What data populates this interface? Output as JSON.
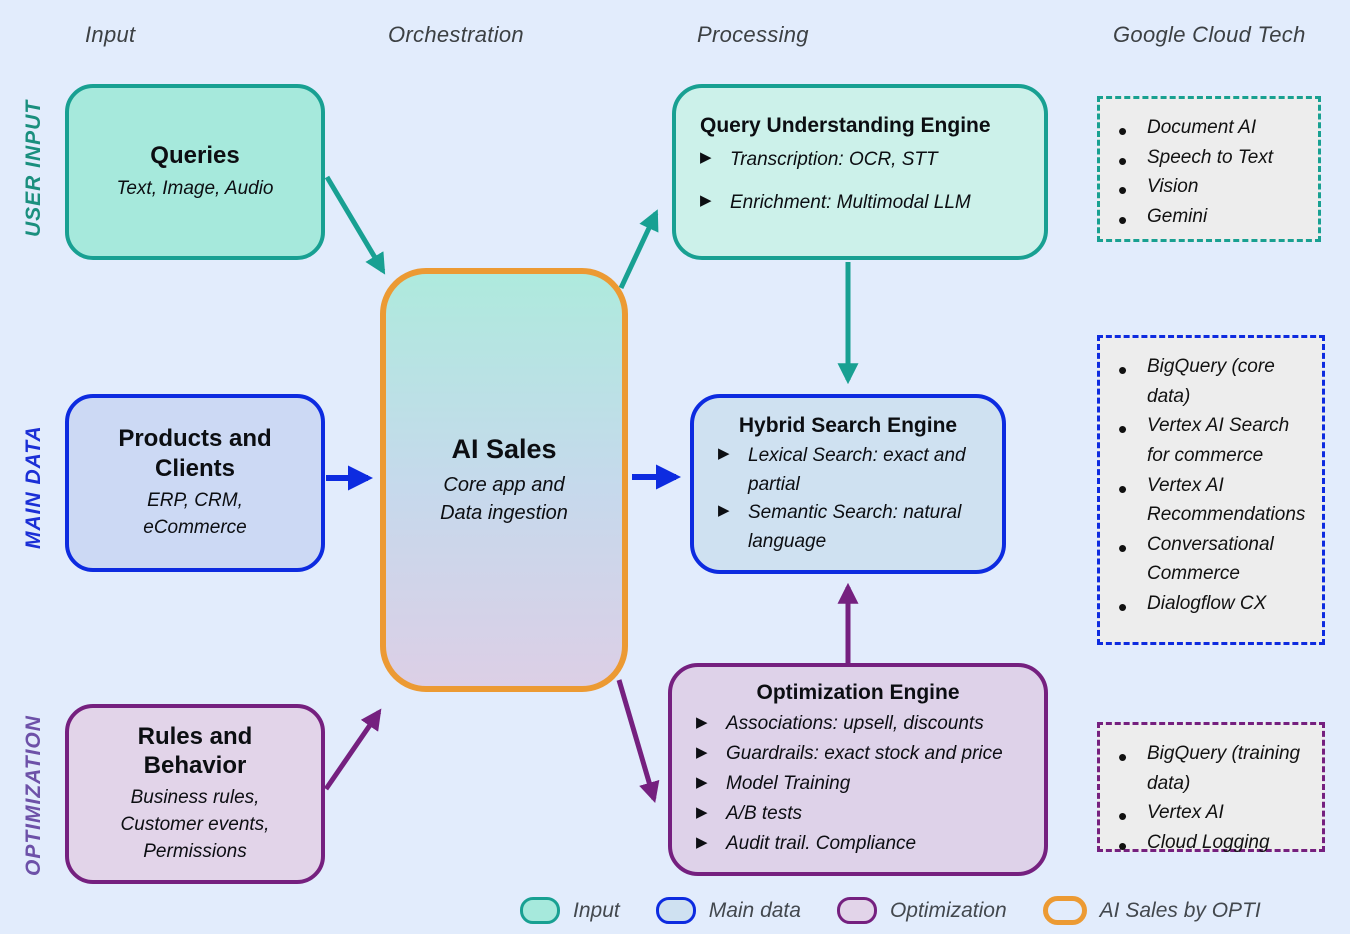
{
  "colors": {
    "background": "#e2ecfc",
    "teal": "#18a092",
    "teal_fill": "#a6e9dc",
    "teal_fill_light": "#ccf1ea",
    "blue": "#0d2be0",
    "blue_fill": "#ccd9f4",
    "blue_fill_light": "#cfe1f1",
    "purple": "#75207f",
    "purple_fill": "#e2d4e9",
    "purple_fill_light": "#ded2e9",
    "orange": "#ec9a33",
    "gray_fill": "#ededed",
    "label_teal": "#1a8f7e",
    "label_blue": "#1b2fd6",
    "label_purple": "#6d51a8",
    "header_text": "#3c4043"
  },
  "column_headers": {
    "input": "Input",
    "orchestration": "Orchestration",
    "processing": "Processing",
    "google_cloud_tech": "Google Cloud Tech"
  },
  "row_labels": {
    "user_input": "USER INPUT",
    "main_data": "MAIN DATA",
    "optimization": "OPTIMIZATION"
  },
  "nodes": {
    "queries": {
      "title": "Queries",
      "subtitle": "Text, Image, Audio"
    },
    "query_understanding": {
      "title": "Query Understanding Engine",
      "bullets": [
        "Transcription: OCR, STT",
        "Enrichment: Multimodal LLM"
      ]
    },
    "ai_sales": {
      "title": "AI Sales",
      "subtitle": "Core app and\nData ingestion"
    },
    "products_clients": {
      "title": "Products and Clients",
      "subtitle": "ERP, CRM,\neCommerce"
    },
    "hybrid_search": {
      "title": "Hybrid Search Engine",
      "bullets": [
        "Lexical Search: exact and partial",
        "Semantic Search: natural language"
      ]
    },
    "rules_behavior": {
      "title": "Rules and Behavior",
      "subtitle": "Business rules,\nCustomer events,\nPermissions"
    },
    "optimization_engine": {
      "title": "Optimization Engine",
      "bullets": [
        "Associations: upsell, discounts",
        "Guardrails: exact stock and price",
        "Model Training",
        "A/B tests",
        "Audit trail. Compliance"
      ]
    }
  },
  "cloud_tech": {
    "user_input_list": [
      "Document AI",
      "Speech to Text",
      "Vision",
      "Gemini"
    ],
    "main_data_list": [
      "BigQuery (core data)",
      "Vertex AI Search for commerce",
      "Vertex AI Recommendations",
      "Conversational Commerce",
      "Dialogflow CX"
    ],
    "optimization_list": [
      "BigQuery (training data)",
      "Vertex AI",
      "Cloud Logging"
    ]
  },
  "legend": {
    "input": "Input",
    "main_data": "Main data",
    "optimization": "Optimization",
    "ai_sales": "AI Sales by OPTI"
  }
}
